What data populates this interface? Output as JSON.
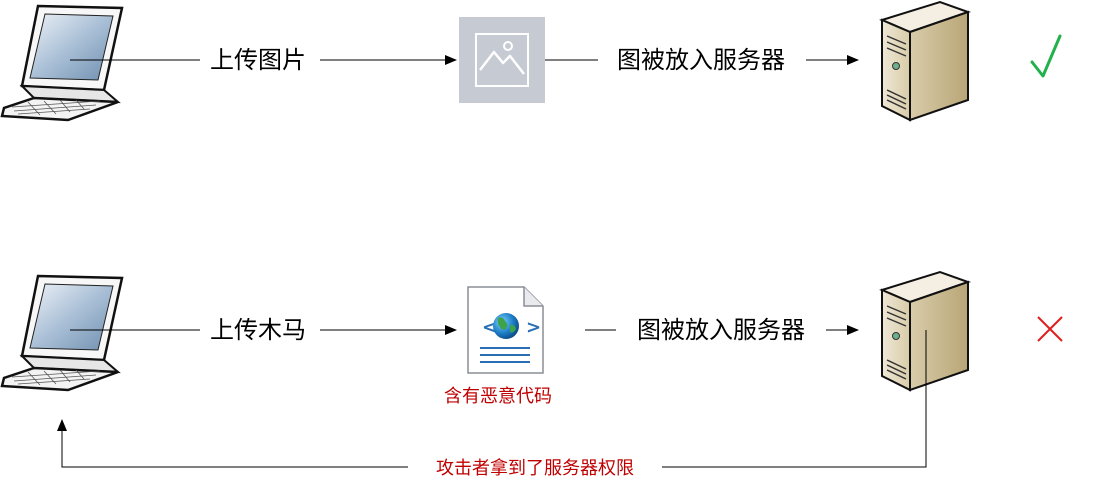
{
  "flow_ok": {
    "upload_label": "上传图片",
    "stored_label": "图被放入服务器",
    "result_icon": "check-mark-icon",
    "result_color": "#22b14c"
  },
  "flow_attack": {
    "upload_label": "上传木马",
    "malicious_note": "含有恶意代码",
    "stored_label": "图被放入服务器",
    "result_icon": "cross-mark-icon",
    "result_color": "#e02020",
    "return_label": "攻击者拿到了服务器权限"
  },
  "colors": {
    "line": "#000000",
    "warning_text": "#c00000",
    "image_tile": "#c5cad3"
  },
  "icons": [
    "laptop-icon",
    "image-placeholder-icon",
    "web-file-icon",
    "server-icon",
    "check-mark-icon",
    "cross-mark-icon"
  ]
}
